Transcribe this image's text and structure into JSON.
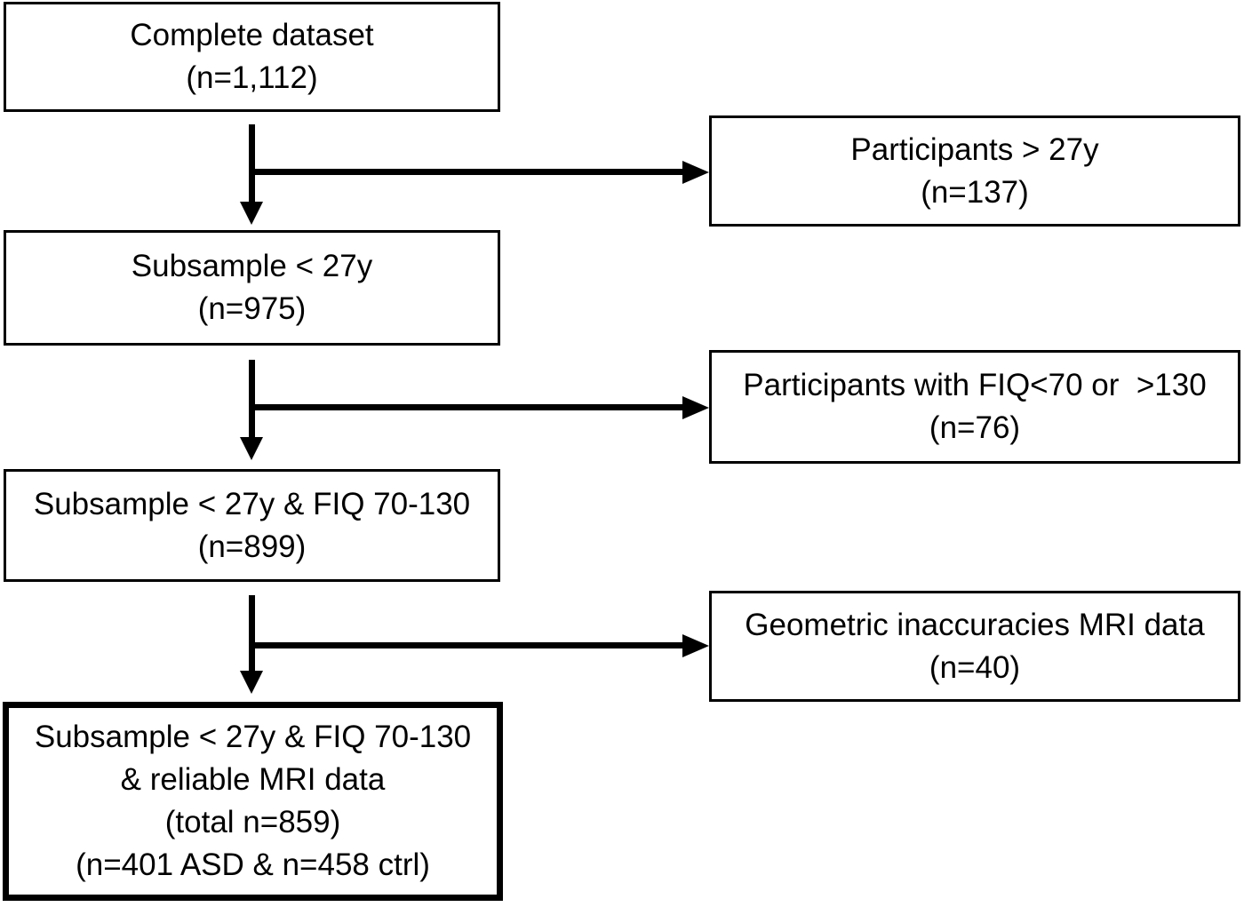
{
  "diagram": {
    "type": "participant-selection-flowchart",
    "colors": {
      "background": "#ffffff",
      "box_border": "#000000",
      "text": "#000000",
      "arrow": "#000000"
    },
    "nodes": {
      "complete_dataset": {
        "lines": [
          "Complete dataset",
          "(n=1,112)"
        ]
      },
      "excluded_over_27y": {
        "lines": [
          "Participants > 27y",
          "(n=137)"
        ]
      },
      "subsample_under_27y": {
        "lines": [
          "Subsample < 27y",
          "(n=975)"
        ]
      },
      "excluded_fiq": {
        "lines": [
          "Participants with FIQ<70 or  >130",
          "(n=76)"
        ]
      },
      "subsample_fiq": {
        "lines": [
          "Subsample < 27y & FIQ 70-130",
          "(n=899)"
        ]
      },
      "excluded_mri": {
        "lines": [
          "Geometric inaccuracies MRI data",
          "(n=40)"
        ]
      },
      "final_sample": {
        "lines": [
          "Subsample < 27y & FIQ 70-130",
          "& reliable MRI data",
          "(total n=859)",
          "(n=401 ASD & n=458 ctrl)"
        ]
      }
    },
    "edges": [
      {
        "from": "complete_dataset",
        "to": "subsample_under_27y",
        "branch_to": "excluded_over_27y"
      },
      {
        "from": "subsample_under_27y",
        "to": "subsample_fiq",
        "branch_to": "excluded_fiq"
      },
      {
        "from": "subsample_fiq",
        "to": "final_sample",
        "branch_to": "excluded_mri"
      }
    ]
  }
}
